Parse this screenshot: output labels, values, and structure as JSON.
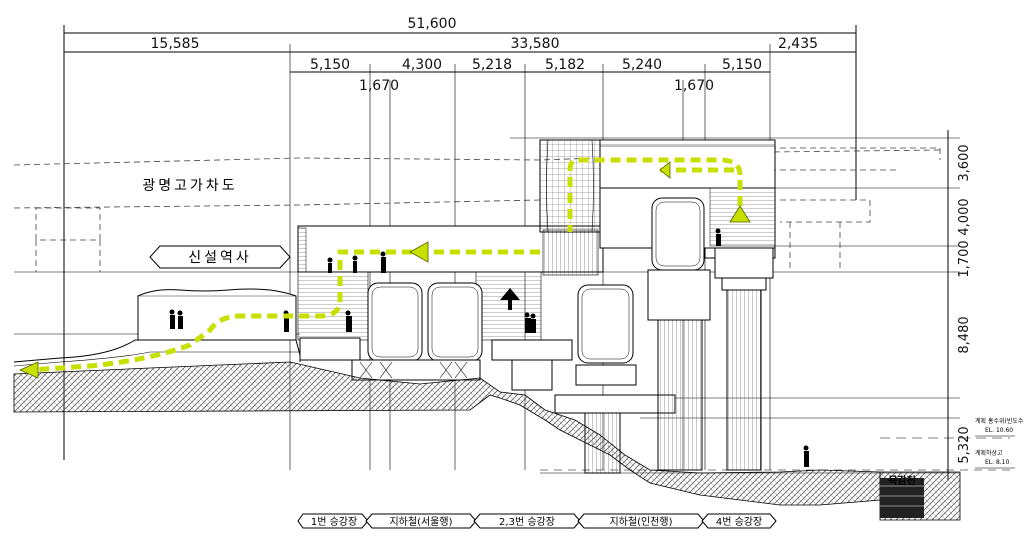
{
  "dimensions": {
    "total": "51,600",
    "left_span": "15,585",
    "middle_span": "33,580",
    "right_span": "2,435",
    "sub_spans": [
      "5,150",
      "4,300",
      "5,218",
      "5,182",
      "5,240",
      "5,150"
    ],
    "pier_width_left": "1,670",
    "pier_width_right": "1,670",
    "vertical": [
      "3,600",
      "4,000",
      "1,700",
      "8,480",
      "5,320"
    ]
  },
  "labels": {
    "overpass": "광명고가차도",
    "new_station": "신설역사",
    "stream": "목감천",
    "water_level_1_title": "계획 홍수위(빈도수위)",
    "water_level_1_value": "EL. 10.60",
    "water_level_2_title": "계획하상고",
    "water_level_2_value": "EL. 8.10"
  },
  "bottom_tags": [
    "1번 승강장",
    "지하철(서울행)",
    "2,3번 승강장",
    "지하철(인천행)",
    "4번 승강장"
  ],
  "colors": {
    "arrow": "#c8e000",
    "ink": "#000000",
    "ground_hatch": "#555555"
  }
}
